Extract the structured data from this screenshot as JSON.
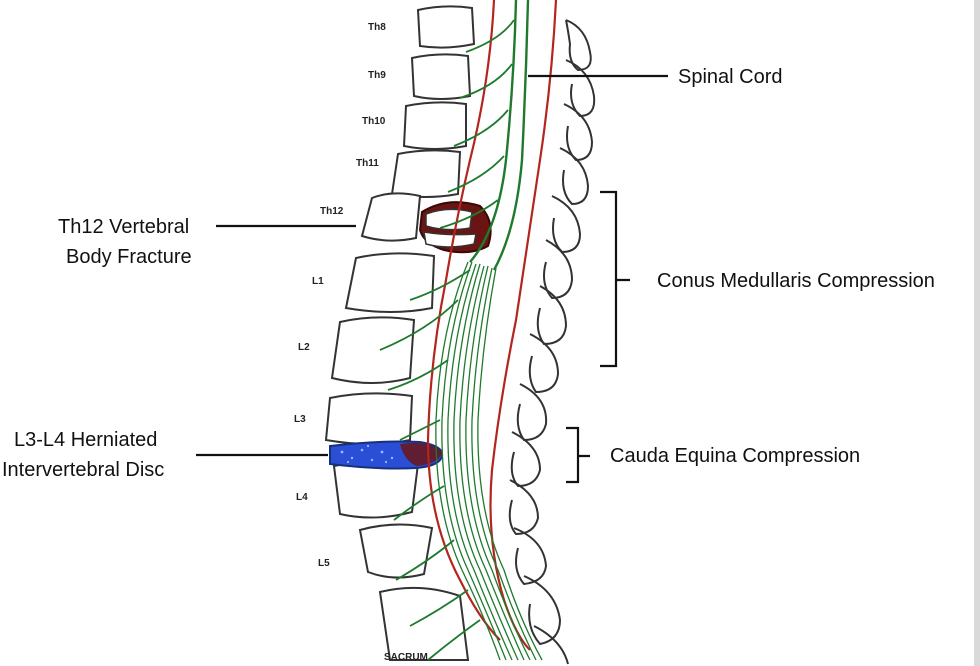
{
  "vertebrae": {
    "th8": "Th8",
    "th9": "Th9",
    "th10": "Th10",
    "th11": "Th11",
    "th12": "Th12",
    "l1": "L1",
    "l2": "L2",
    "l3": "L3",
    "l4": "L4",
    "l5": "L5",
    "sacrum": "SACRUM"
  },
  "callouts": {
    "spinal_cord": "Spinal Cord",
    "fracture_line1": "Th12 Vertebral",
    "fracture_line2": "Body Fracture",
    "conus": "Conus Medullaris Compression",
    "disc_line1": "L3-L4 Herniated",
    "disc_line2": "Intervertebral Disc",
    "cauda": "Cauda Equina Compression"
  },
  "colors": {
    "nerve_green": "#1f7a2e",
    "dura_red": "#b3261e",
    "fracture_maroon": "#6b1414",
    "disc_blue": "#2a4fd6",
    "bone_outline": "#333333"
  }
}
